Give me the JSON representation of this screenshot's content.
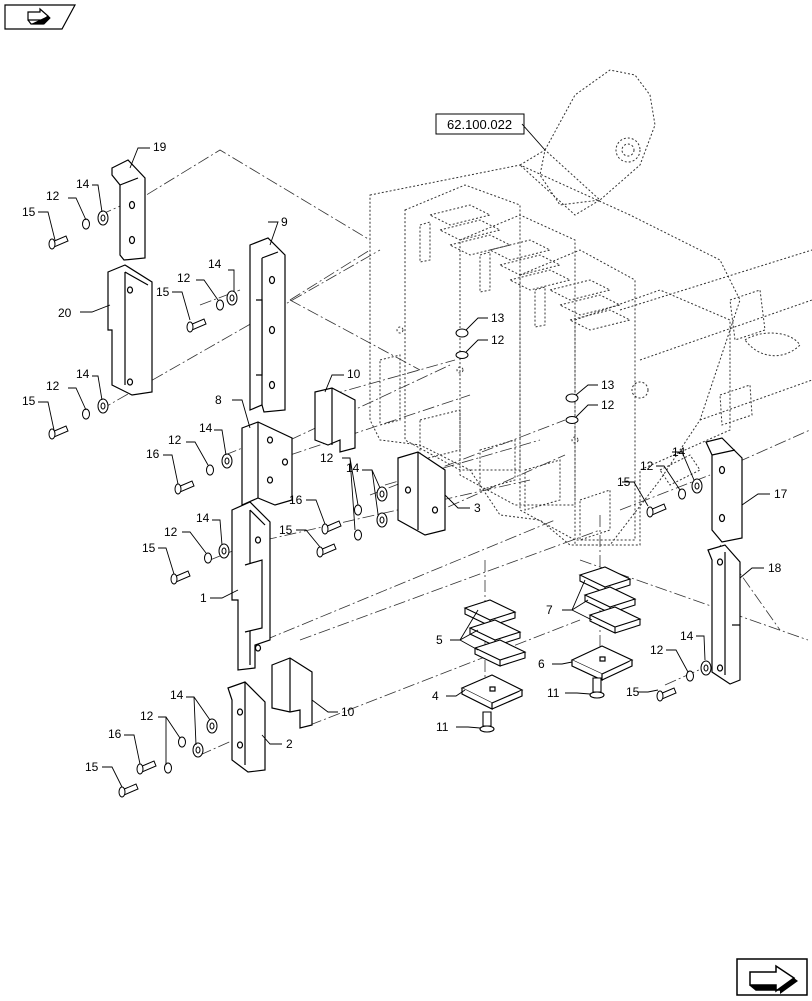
{
  "reference_box": "62.100.022",
  "callouts": {
    "c19": "19",
    "c9": "9",
    "c20": "20",
    "c10a": "10",
    "c8": "8",
    "c14a": "14",
    "c12a": "12",
    "c15a": "15",
    "c14b": "14",
    "c12b": "12",
    "c15b": "15",
    "c14c": "14",
    "c12c": "12",
    "c15c": "15",
    "c14d": "14",
    "c12d": "12",
    "c16a": "16",
    "c14e": "14",
    "c12e": "12",
    "c16b": "16",
    "c15d": "15",
    "c3": "3",
    "c14f": "14",
    "c12f": "12",
    "c15e": "15",
    "c1": "1",
    "c14g": "14",
    "c12g": "12",
    "c16c": "16",
    "c15f": "15",
    "c2": "2",
    "c10b": "10",
    "c13a": "13",
    "c12h": "12",
    "c13b": "13",
    "c12i": "12",
    "c14h": "14",
    "c12j": "12",
    "c15g": "15",
    "c17": "17",
    "c18": "18",
    "c14i": "14",
    "c12k": "12",
    "c15h": "15",
    "c5": "5",
    "c4": "4",
    "c11a": "11",
    "c7": "7",
    "c6": "6",
    "c11b": "11"
  },
  "icons": {
    "top_left": "previous-page-icon",
    "bottom_right": "next-page-icon"
  }
}
